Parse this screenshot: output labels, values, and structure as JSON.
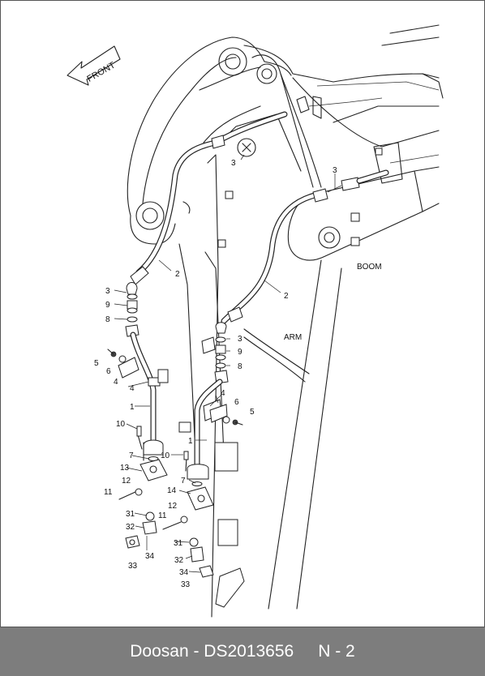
{
  "diagram": {
    "front_arrow": "FRONT",
    "labels": {
      "boom": "BOOM",
      "arm": "ARM"
    },
    "callouts": [
      "1",
      "2",
      "3",
      "4",
      "5",
      "6",
      "7",
      "8",
      "9",
      "10",
      "11",
      "12",
      "13",
      "14",
      "31",
      "32",
      "33",
      "34"
    ]
  },
  "footer": {
    "brand": "Doosan",
    "separator": " - ",
    "part_code": "DS2013656",
    "page": "N - 2"
  }
}
